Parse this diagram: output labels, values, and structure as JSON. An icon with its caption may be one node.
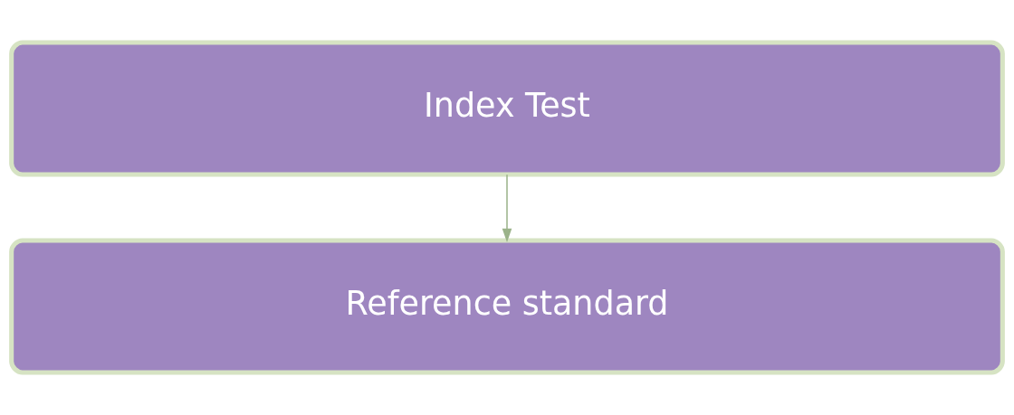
{
  "diagram": {
    "nodes": [
      {
        "text": [
          "Index Test"
        ]
      },
      {
        "text": [
          "Reference standard"
        ]
      }
    ],
    "edges": [
      {
        "from": 0,
        "to": 1,
        "arrow": "to"
      }
    ]
  }
}
